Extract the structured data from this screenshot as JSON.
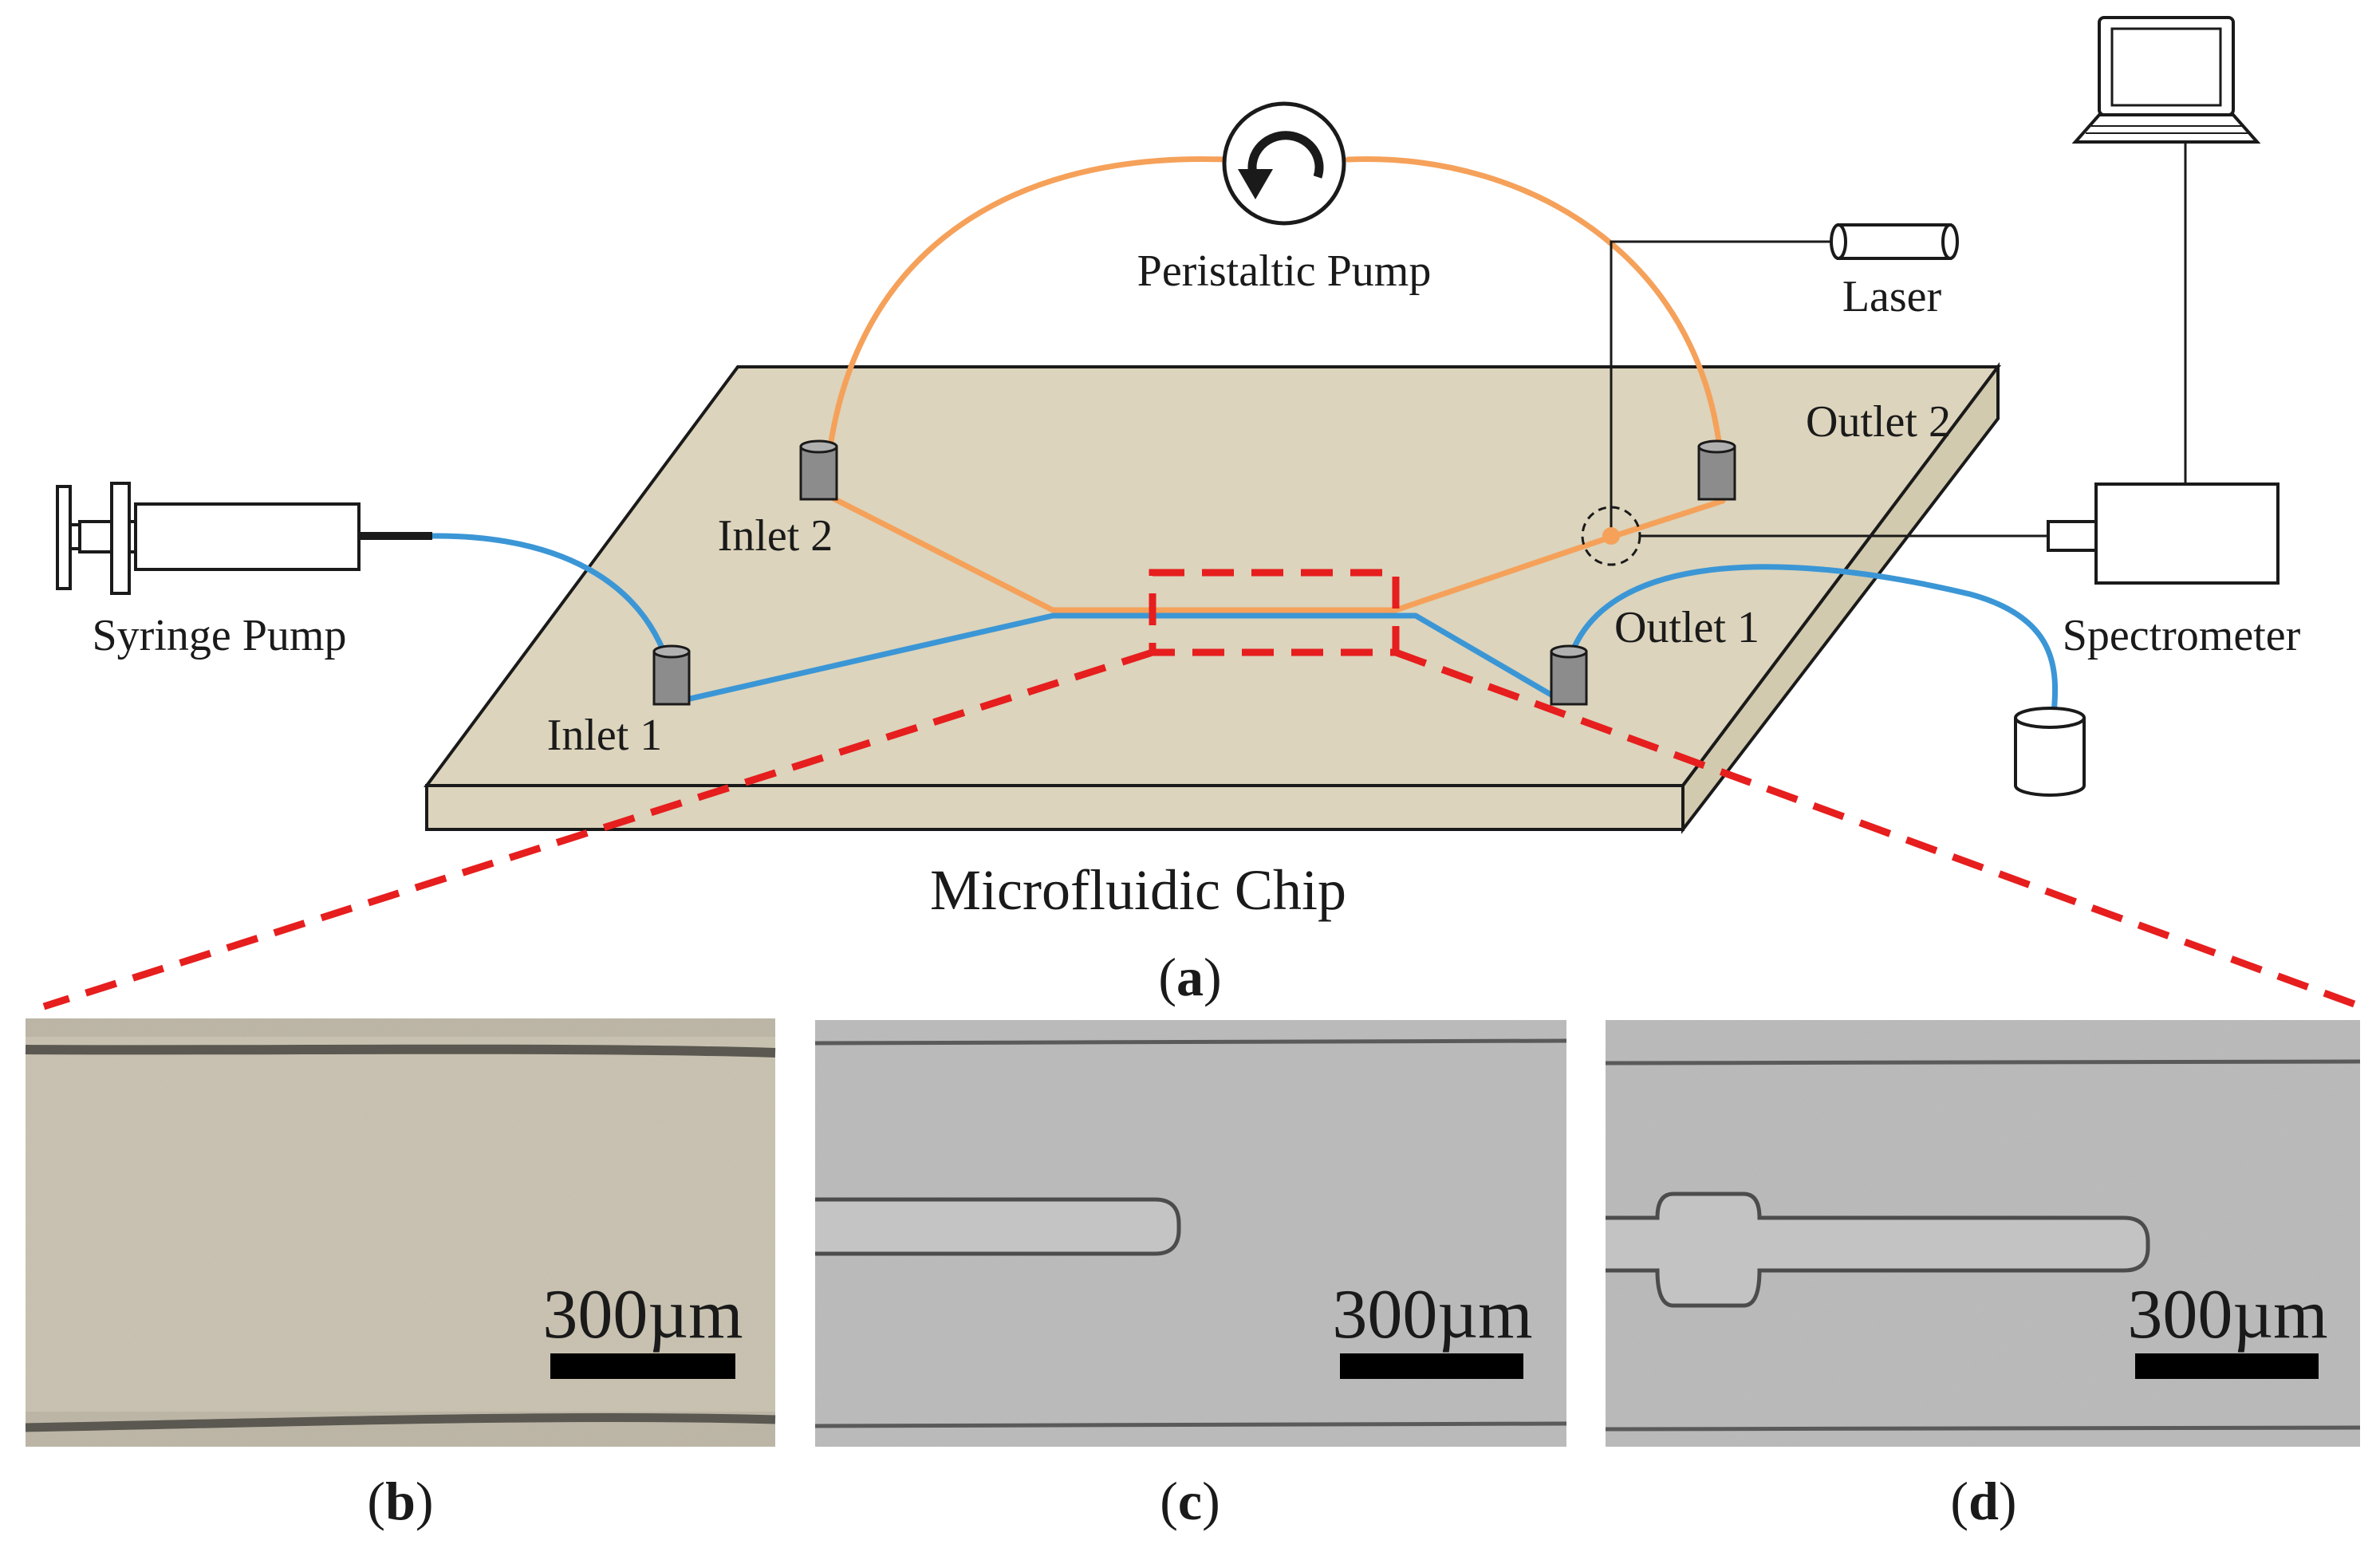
{
  "labels": {
    "peristaltic_pump": "Peristaltic Pump",
    "laser": "Laser",
    "syringe_pump": "Syringe Pump",
    "spectrometer": "Spectrometer",
    "inlet1": "Inlet 1",
    "inlet2": "Inlet 2",
    "outlet1": "Outlet 1",
    "outlet2": "Outlet 2",
    "chip": "Microfluidic Chip"
  },
  "panels": {
    "a": {
      "prefix": "(",
      "letter": "a",
      "suffix": ")"
    },
    "b": {
      "prefix": "(",
      "letter": "b",
      "suffix": ")"
    },
    "c": {
      "prefix": "(",
      "letter": "c",
      "suffix": ")"
    },
    "d": {
      "prefix": "(",
      "letter": "d",
      "suffix": ")"
    }
  },
  "scale_bars": {
    "b": "300µm",
    "c": "300µm",
    "d": "300µm"
  },
  "colors": {
    "chip": "#dcd4bc",
    "orange_flow": "#f5a15a",
    "blue_flow": "#3b96d6",
    "zoom_box": "#e61e1e",
    "port": "#8c8c8c",
    "micro_b": "#bcb5a5",
    "micro_cd": "#b9b9b9"
  }
}
